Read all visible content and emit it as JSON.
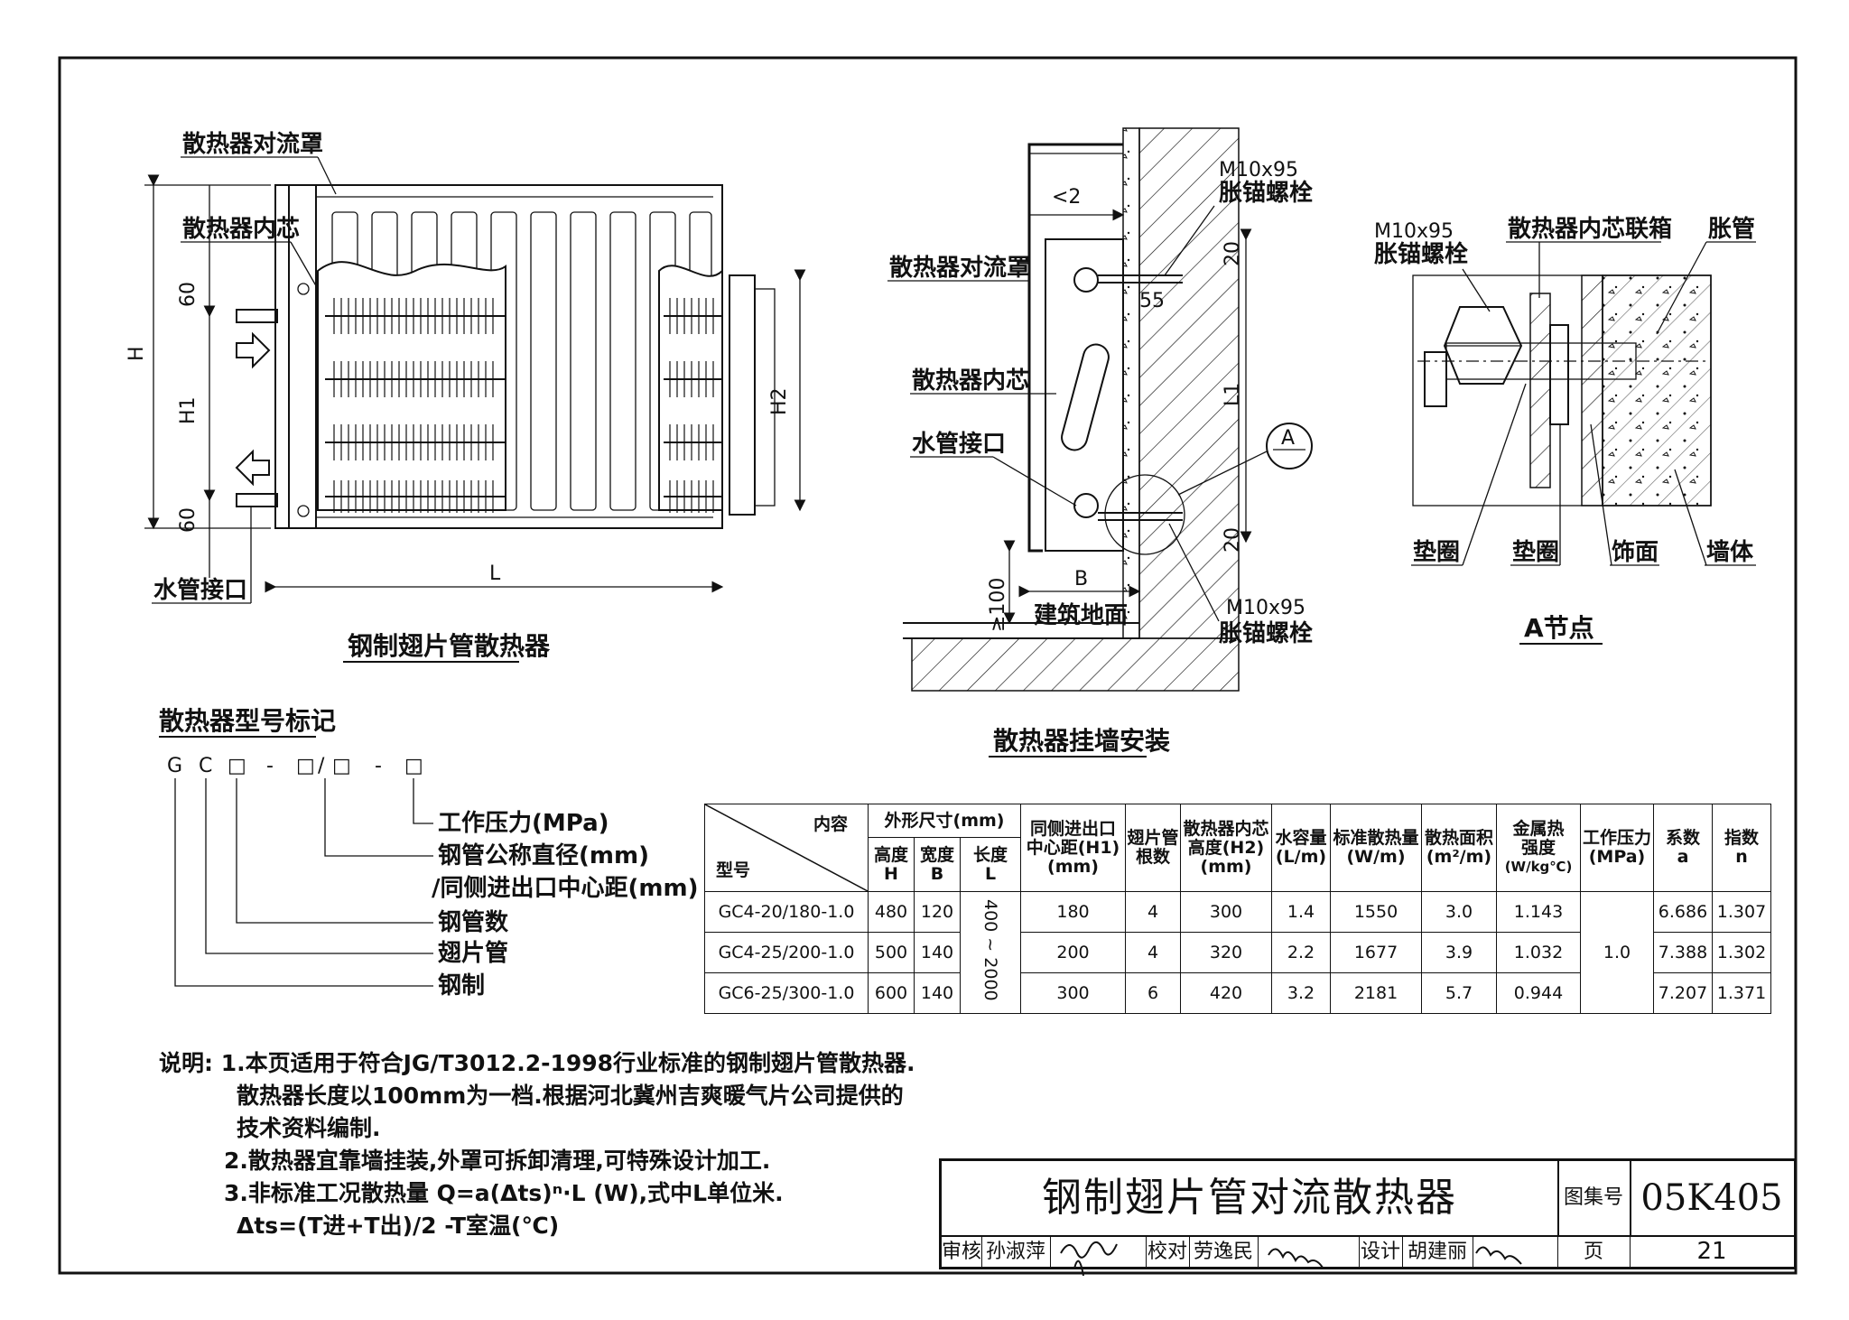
{
  "radiator_view": {
    "label_shroud": "散热器对流罩",
    "label_core": "散热器内芯",
    "label_pipe": "水管接口",
    "dim_h": "H",
    "dim_h1": "H1",
    "dim_h2": "H2",
    "dim_60_top": "60",
    "dim_60_bottom": "60",
    "dim_l": "L",
    "caption": "钢制翅片管散热器"
  },
  "wall_mount": {
    "bolt_top": "M10x95",
    "bolt_top_sub": "胀锚螺栓",
    "dim_lt2": "<2",
    "dim_20_top": "20",
    "dim_55": "55",
    "dim_l1": "L1",
    "dim_20_bottom": "20",
    "dim_b": "B",
    "dim_100": "≥100",
    "label_shroud": "散热器对流罩",
    "label_core": "散热器内芯",
    "label_pipe": "水管接口",
    "label_floor": "建筑地面",
    "bolt_bottom": "M10x95",
    "bolt_bottom_sub": "胀锚螺栓",
    "callout": "A",
    "caption": "散热器挂墙安装"
  },
  "node_a": {
    "bolt": "M10x95",
    "bolt_sub": "胀锚螺栓",
    "label_link": "散热器内芯联箱",
    "label_tube": "胀管",
    "label_washer1": "垫圈",
    "label_washer2": "垫圈",
    "label_finish": "饰面",
    "label_wall": "墙体",
    "caption": "A节点"
  },
  "model_code": {
    "title": "散热器型号标记",
    "code_g": "G",
    "code_c": "C",
    "box1": "□",
    "dash1": "-",
    "box2": "□",
    "slash": "/",
    "box3": "□",
    "dash2": "-",
    "box4": "□",
    "line1": "工作压力(MPa)",
    "line2": "钢管公称直径(mm)",
    "line3": "/同侧进出口中心距(mm)",
    "line4": "钢管数",
    "line5": "翅片管",
    "line6": "钢制"
  },
  "table": {
    "corner_top": "内容",
    "corner_bottom": "型号",
    "h_outer": "外形尺寸(mm)",
    "h_height": "高度",
    "h_height_sym": "H",
    "h_width": "宽度",
    "h_width_sym": "B",
    "h_length": "长度",
    "h_length_sym": "L",
    "h_center": "同侧进出口",
    "h_center2": "中心距(H1)",
    "h_center3": "(mm)",
    "h_fin": "翅片管",
    "h_fin2": "根数",
    "h_core": "散热器内芯",
    "h_core2": "高度(H2)",
    "h_core3": "(mm)",
    "h_water": "水容量",
    "h_water2": "(L/m)",
    "h_heat": "标准散热量",
    "h_heat2": "(W/m)",
    "h_area": "散热面积",
    "h_area2": "(m²/m)",
    "h_metal": "金属热",
    "h_metal2": "强度",
    "h_metal3": "(W/kg℃)",
    "h_press": "工作压力",
    "h_press2": "(MPa)",
    "h_coef": "系数",
    "h_coef2": "a",
    "h_exp": "指数",
    "h_exp2": "n",
    "length_range": "400 ~ 2000",
    "pressure": "1.0",
    "rows": [
      {
        "model": "GC4-20/180-1.0",
        "H": "480",
        "B": "120",
        "H1": "180",
        "fins": "4",
        "H2": "300",
        "water": "1.4",
        "heat": "1550",
        "area": "3.0",
        "metal": "1.143",
        "a": "6.686",
        "n": "1.307"
      },
      {
        "model": "GC4-25/200-1.0",
        "H": "500",
        "B": "140",
        "H1": "200",
        "fins": "4",
        "H2": "320",
        "water": "2.2",
        "heat": "1677",
        "area": "3.9",
        "metal": "1.032",
        "a": "7.388",
        "n": "1.302"
      },
      {
        "model": "GC6-25/300-1.0",
        "H": "600",
        "B": "140",
        "H1": "300",
        "fins": "6",
        "H2": "420",
        "water": "3.2",
        "heat": "2181",
        "area": "5.7",
        "metal": "0.944",
        "a": "7.207",
        "n": "1.371"
      }
    ]
  },
  "notes": {
    "prefix": "说明:",
    "n1a": "1.本页适用于符合JG/T3012.2-1998行业标准的钢制翅片管散热器.",
    "n1b": "散热器长度以100mm为一档.根据河北冀州吉爽暖气片公司提供的",
    "n1c": "技术资料编制.",
    "n2": "2.散热器宜靠墙挂装,外罩可拆卸清理,可特殊设计加工.",
    "n3": "3.非标准工况散热量 Q=a(Δts)ⁿ·L (W),式中L单位米.",
    "n4": "Δts=(T进+T出)/2 -T室温(℃)"
  },
  "title_block": {
    "title": "钢制翅片管对流散热器",
    "set_label": "图集号",
    "set_no": "05K405",
    "review": "审核",
    "reviewer": "孙淑萍",
    "check": "校对",
    "checker": "劳逸民",
    "design": "设计",
    "designer": "胡建丽",
    "page_label": "页",
    "page_no": "21"
  }
}
